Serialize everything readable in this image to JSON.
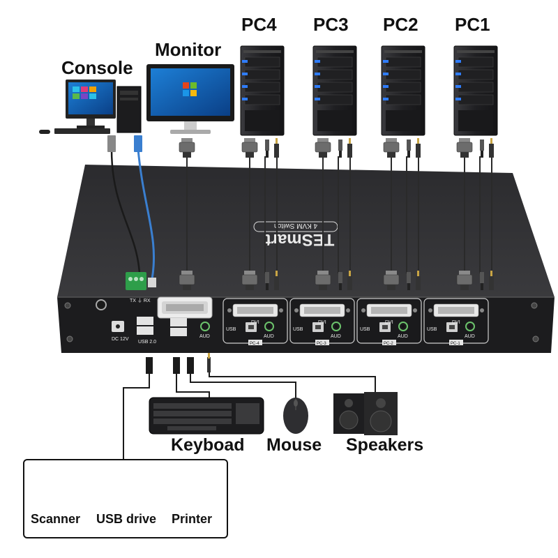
{
  "labels": {
    "console": "Console",
    "monitor": "Monitor",
    "pc4": "PC4",
    "pc3": "PC3",
    "pc2": "PC2",
    "pc1": "PC1",
    "keyboard": "Keyboad",
    "mouse": "Mouse",
    "speakers": "Speakers",
    "scanner": "Scanner",
    "usb_drive": "USB drive",
    "printer": "Printer"
  },
  "panel": {
    "brand": "TESmart",
    "model": "4 KVM Switch",
    "rs232_label": "TX ⏚ RX",
    "dc_label": "DC 12V",
    "usb_label": "USB 2.0",
    "aud_label": "AUD",
    "dvi_label": "DVI",
    "usb_port_label": "USB",
    "port_labels": [
      "PC-4",
      "PC-3",
      "PC-2",
      "PC-1"
    ]
  },
  "colors": {
    "device_body": "#2a2a2c",
    "panel_face": "#1c1c1e",
    "rs232_green": "#2e9e4a",
    "lan_cable": "#3a7fd0",
    "pc_led": "#2f7dff"
  },
  "icons": [
    "barcode-scanner-icon",
    "usb-drive-icon",
    "printer-icon",
    "keyboard-icon",
    "mouse-icon",
    "speaker-icon"
  ]
}
